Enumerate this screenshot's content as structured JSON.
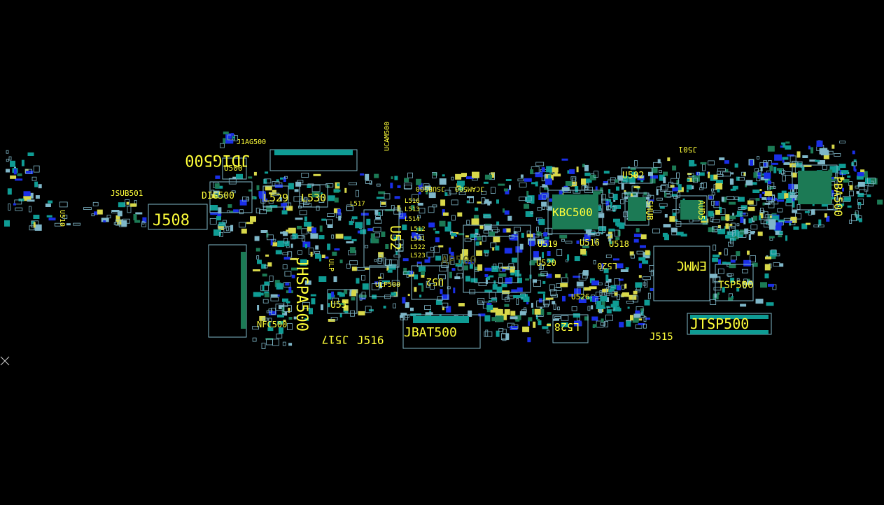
{
  "viewer": {
    "background": "#000000",
    "colors": {
      "outline": "#7fb7c9",
      "pad_teal": "#0f9c94",
      "pad_green": "#1c7a55",
      "pad_blue": "#1a2fe8",
      "pad_yellow": "#d8d84a",
      "label": "#ffff3a"
    }
  },
  "icons": {
    "cursor": "crosshair-x-icon"
  },
  "labels": {
    "jdig500": "JDIG500",
    "ucam500": "UCAM500",
    "u500": "U500",
    "j1ag500": "J1AG500",
    "jsub501": "JSUB501",
    "dig500": "DIG500",
    "l529": "L529",
    "l530": "L530",
    "j508": "J508",
    "u510": "U510",
    "l517": "L517",
    "l516": "L516",
    "jsub500": "JSUB500",
    "jcam500": "JCAM500",
    "u52x": "U52",
    "kbc500": "KBC500",
    "u502": "U502",
    "shub": "SHUB",
    "aud": "AUD5",
    "j501": "J501",
    "pba500": "PBA500",
    "jhspa500": "JHSPA500",
    "nfc500": "NFC500",
    "u52a": "U52",
    "u53x": "U53",
    "ulp500": "ULP500",
    "ulp": "ULP",
    "ap500": "AP500",
    "emmc": "EMMC",
    "tsp500": "TSP500",
    "u519": "U519",
    "u520": "U520",
    "u518": "U518",
    "u516": "U516",
    "u526": "U526",
    "l528": "L528",
    "l520": "L520",
    "jbat500": "JBAT500",
    "j517": "J517",
    "j516": "J516",
    "jtsp500": "JTSP500",
    "j515": "J515",
    "l521": "L521",
    "l522": "L522",
    "l523": "L523",
    "l512": "L512",
    "l513": "L513",
    "l514": "L514"
  }
}
